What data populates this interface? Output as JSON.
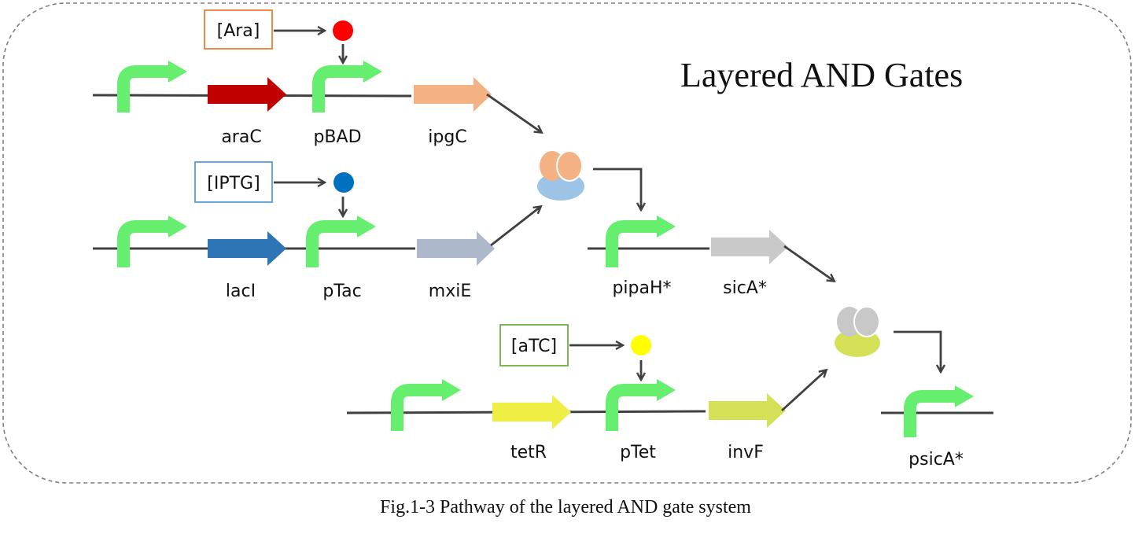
{
  "title": "Layered AND Gates",
  "caption": "Fig.1-3 Pathway of the layered AND gate system",
  "inducers": {
    "ara": "[Ara]",
    "iptg": "[IPTG]",
    "atc": "[aTC]"
  },
  "genes": {
    "araC": "araC",
    "pBAD": "pBAD",
    "ipgC": "ipgC",
    "lacI": "lacI",
    "pTac": "pTac",
    "mxiE": "mxiE",
    "pipaH": "pipaH*",
    "sicA": "sicA*",
    "tetR": "tetR",
    "pTet": "pTet",
    "invF": "invF",
    "psicA": "psicA*"
  },
  "colors": {
    "promoter": "#66ee6e",
    "araC": "#c00000",
    "ipgC": "#f4b183",
    "lacI": "#2e75b6",
    "mxiE": "#adb9ca",
    "sicA": "#c9c9c9",
    "tetR": "#eeee44",
    "invF": "#d4e157",
    "ara_dot": "#ff0000",
    "iptg_dot": "#0070c0",
    "atc_dot": "#ffff00",
    "ara_box": "#ed7d31",
    "iptg_box": "#5b9bd5",
    "atc_box": "#70ad47",
    "complex1_top": "#f4b183",
    "complex1_base": "#9dc3e6",
    "complex2_top": "#c8c8c8",
    "complex2_base": "#d4e157",
    "wire": "#404040"
  }
}
